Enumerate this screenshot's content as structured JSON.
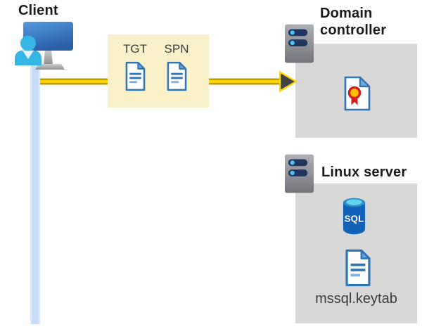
{
  "client": {
    "label": "Client"
  },
  "transit": {
    "items": [
      {
        "label": "TGT"
      },
      {
        "label": "SPN"
      }
    ]
  },
  "domain_controller": {
    "label": "Domain controller"
  },
  "linux_server": {
    "label": "Linux server",
    "keytab_label": "mssql.keytab",
    "sql_text": "SQL"
  },
  "icons": {
    "client": "client-workstation-user-icon",
    "domain_controller_server": "server-tower-icon",
    "linux_server": "server-tower-icon",
    "tgt": "document-icon",
    "spn": "document-icon",
    "certificate": "certificate-icon",
    "database": "sql-database-icon",
    "keytab": "document-icon",
    "flow": "right-arrow-icon"
  },
  "colors": {
    "highlight_box": "#FAF1C9",
    "arrow_gold": "#FFD600",
    "arrow_gold_dark": "#BD9B00",
    "arrowhead_dark": "#404347",
    "container_gray": "#D8D8D8",
    "document_blue": "#2E76B8",
    "person_cyan": "#35B6E6",
    "timeline_blue": "#C6DCF8",
    "server_navy": "#20355F",
    "sql_body_blue": "#1262BA",
    "certificate_red": "#D02020",
    "certificate_yellow": "#FFC000"
  }
}
